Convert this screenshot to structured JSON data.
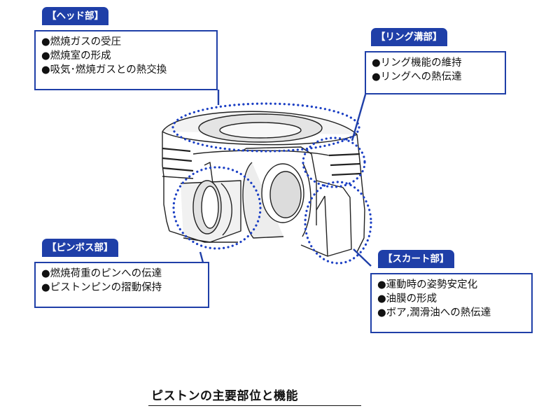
{
  "head": {
    "tab": "【ヘッド部】",
    "items": [
      "●燃焼ガスの受圧",
      "●燃焼室の形成",
      "●吸気･燃焼ガスとの熱交換"
    ]
  },
  "ring_groove": {
    "tab": "【リング溝部】",
    "items": [
      "●リング機能の維持",
      "●リングへの熱伝達"
    ]
  },
  "pin_boss": {
    "tab": "【ピンボス部】",
    "items": [
      "●燃焼荷重のピンへの伝達",
      "●ピストンピンの摺動保持"
    ]
  },
  "skirt": {
    "tab": "【スカート部】",
    "items": [
      "●運動時の姿勢安定化",
      "●油膜の形成",
      "●ボア,潤滑油への熱伝達"
    ]
  },
  "caption": "ピストンの主要部位と機能",
  "colors": {
    "accent": "#1f3fa8",
    "dotted": "#1b3fc4",
    "outline": "#222222"
  }
}
